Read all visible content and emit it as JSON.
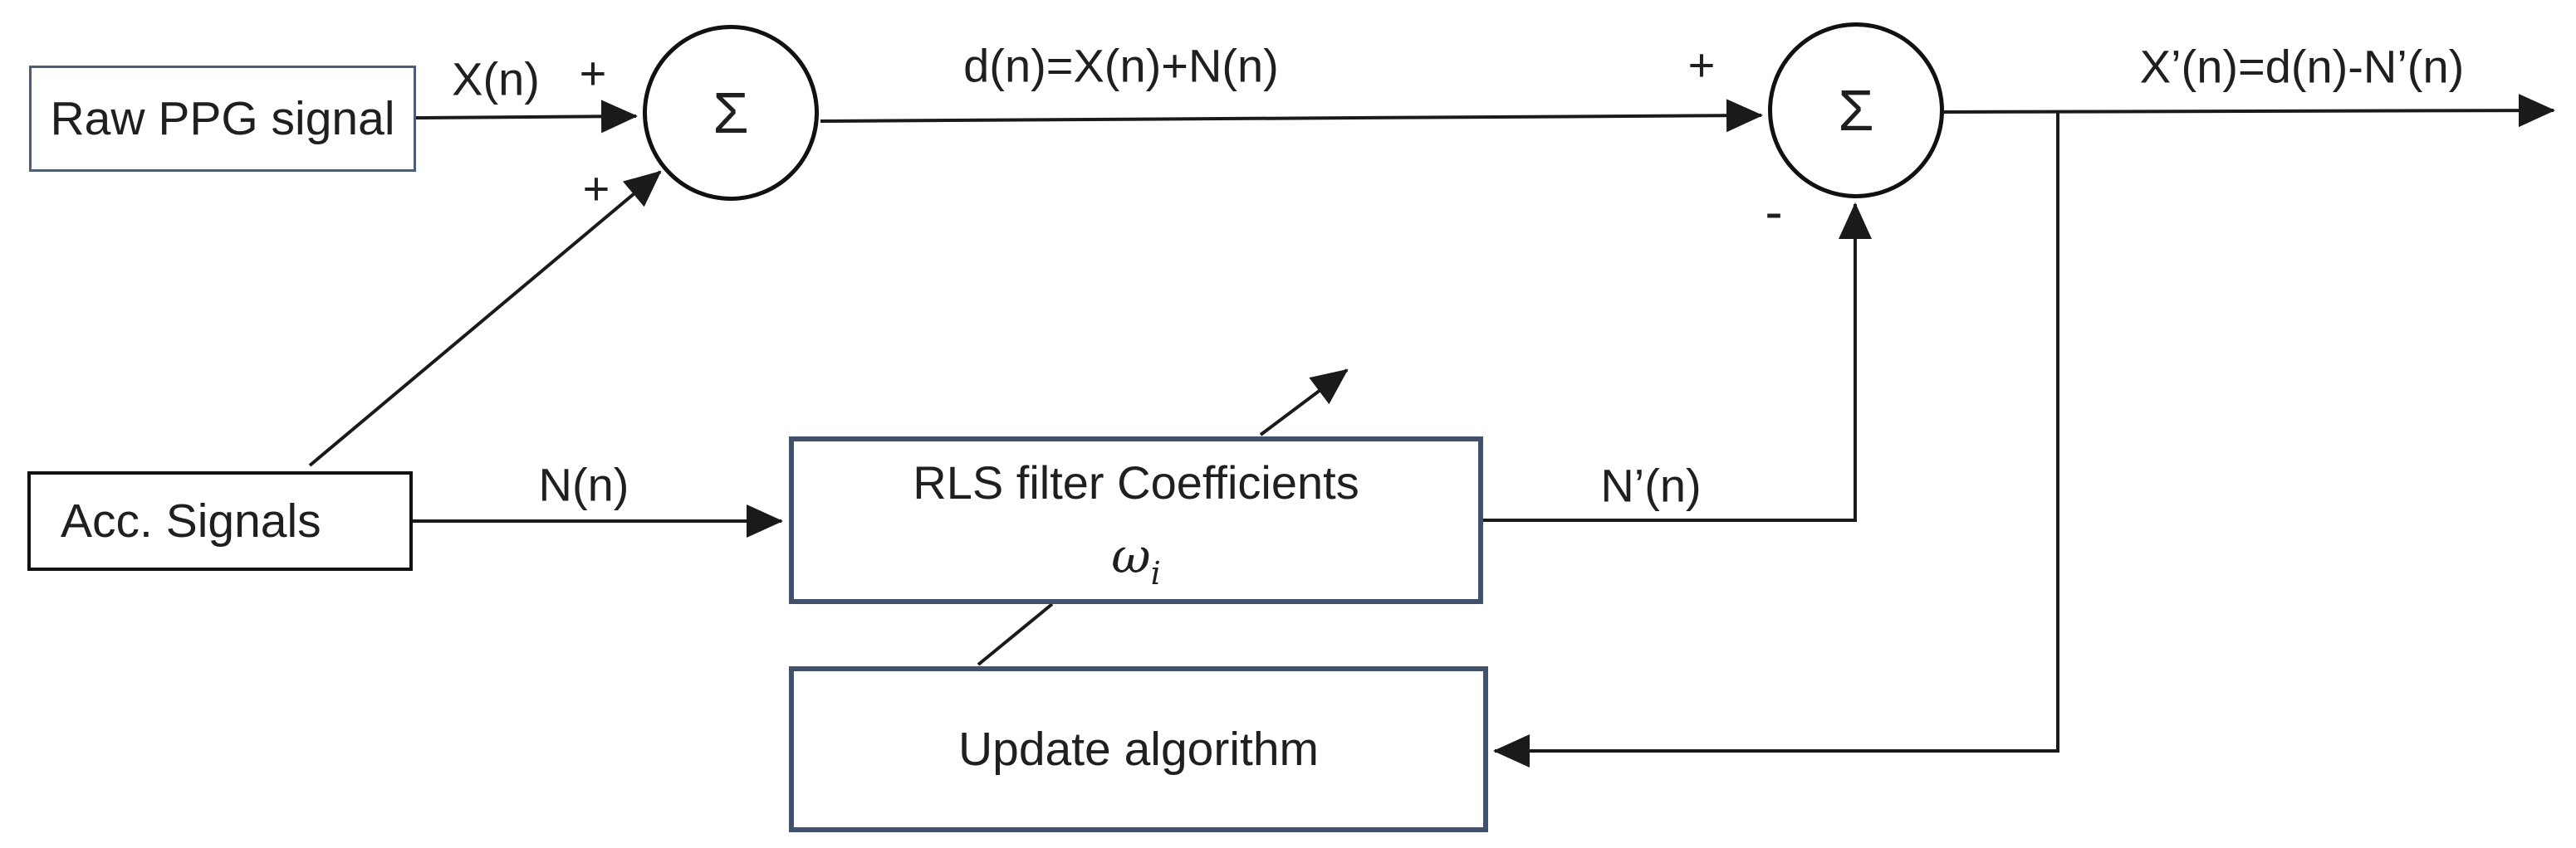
{
  "boxes": {
    "raw": {
      "label": "Raw PPG signal"
    },
    "acc": {
      "label": "Acc. Signals"
    },
    "rls": {
      "title": "RLS filter Coefficients",
      "symbol": "ω",
      "symbol_sub": "i"
    },
    "update": {
      "label": "Update algorithm"
    }
  },
  "summers": {
    "sigma1": "Σ",
    "sigma2": "Σ"
  },
  "signal_labels": {
    "x_n": "X(n)",
    "plus_top": "+",
    "plus_bottom": "+",
    "d_n": "d(n)=X(n)+N(n)",
    "plus_sigma2": "+",
    "minus_sigma2": "-",
    "x_out": "X’(n)=d(n)-N’(n)",
    "n_n": "N(n)",
    "n_prime": "N’(n)"
  },
  "colors": {
    "line": "#1a1a1a",
    "text": "#1f1f1f",
    "border-strong": "#41516c",
    "border-light": "#4d5d78",
    "border-black": "#111111",
    "bg": "#ffffff"
  }
}
